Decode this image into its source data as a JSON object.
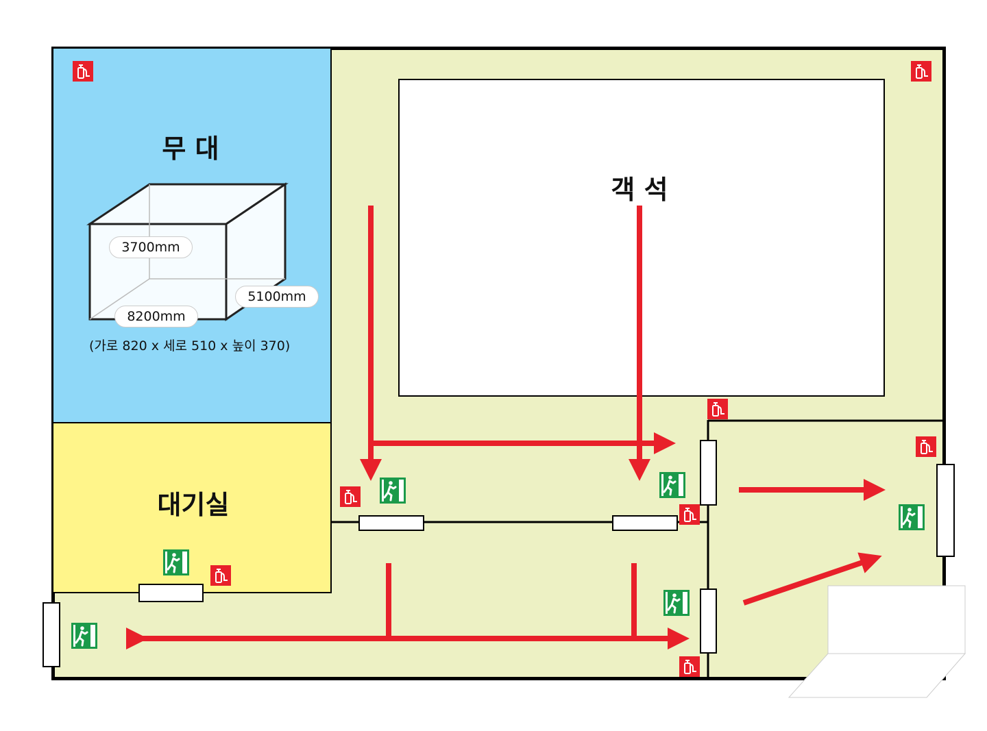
{
  "rooms": {
    "stage": "무 대",
    "seating": "객 석",
    "waiting": "대기실"
  },
  "stage_box": {
    "height": "3700mm",
    "width": "8200mm",
    "depth": "5100mm",
    "dimensions_note": "(가로 820 x 세로 510 x 높이 370)"
  },
  "colors": {
    "stage": "#8FD8F8",
    "waiting": "#FFF58A",
    "floor": "#EDF1C4",
    "arrow": "#E8202A",
    "exit": "#1B9A4A",
    "extinguisher": "#E8202A"
  },
  "icons": {
    "extinguisher": "fire-extinguisher-icon",
    "exit": "emergency-exit-icon"
  }
}
